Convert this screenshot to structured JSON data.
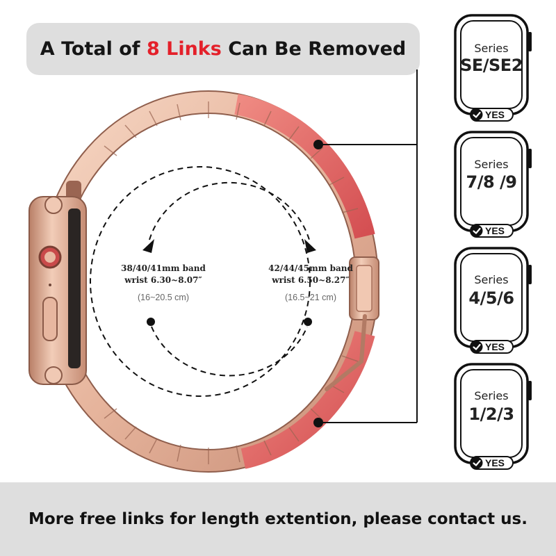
{
  "header": {
    "prefix": "A Total of ",
    "highlight": "8 Links",
    "suffix": " Can Be Removed"
  },
  "band_left": {
    "size": "38/40/41mm band",
    "wrist": "wrist 6.30~8.07″",
    "cm": "(16~20.5 cm)"
  },
  "band_right": {
    "size": "42/44/45mm band",
    "wrist": "wrist 6.50~8.27″",
    "cm": "(16.5~21 cm)"
  },
  "compatibility": [
    {
      "word": "Series",
      "models": "SE/SE2",
      "badge": "YES"
    },
    {
      "word": "Series",
      "models": "7/8 /9",
      "badge": "YES"
    },
    {
      "word": "Series",
      "models": "4/5/6",
      "badge": "YES"
    },
    {
      "word": "Series",
      "models": "1/2/3",
      "badge": "YES"
    }
  ],
  "footer": {
    "text": "More free links for length extention, please contact us."
  },
  "colors": {
    "accent_red": "#e4202a",
    "band_rose_gold": "#e9b9a2",
    "band_coral": "#e0615f",
    "panel_gray": "#dedede"
  }
}
